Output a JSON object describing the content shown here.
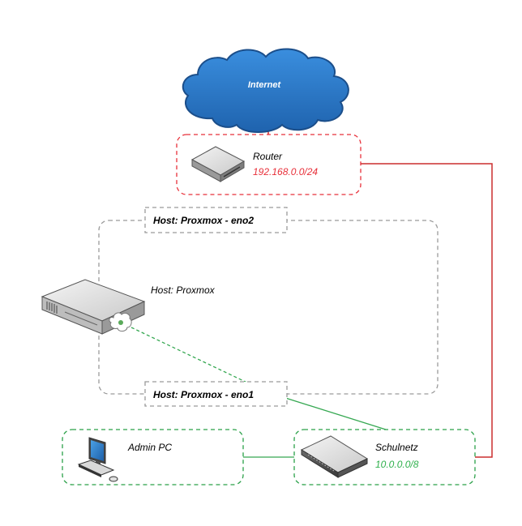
{
  "cloud": {
    "label": "Internet"
  },
  "router": {
    "name": "Router",
    "network": "192.168.0.0/24"
  },
  "host_eno2": {
    "label": "Host: Proxmox - eno2"
  },
  "host": {
    "label": "Host: Proxmox"
  },
  "host_eno1": {
    "label": "Host: Proxmox - eno1"
  },
  "admin_pc": {
    "label": "Admin PC"
  },
  "switch": {
    "name": "Schulnetz",
    "network": "10.0.0.0/8"
  },
  "colors": {
    "router_border": "#e8303a",
    "router_line": "#cc2e2e",
    "router_network_text": "#e8303a",
    "school_border": "#2aa048",
    "school_line": "#36a852",
    "school_network_text": "#2fb04c",
    "host_border": "#9a9a9a",
    "cloud_fill": "#2a78c8",
    "cloud_stroke": "#1b4e8a"
  }
}
